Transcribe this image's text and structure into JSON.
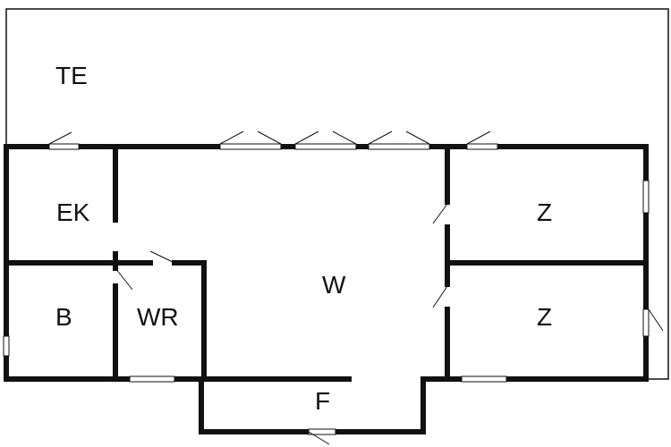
{
  "colors": {
    "wall": "#111111",
    "background": "#ffffff",
    "window": "#ffffff"
  },
  "rooms": [
    {
      "id": "terrace",
      "label": "TE"
    },
    {
      "id": "kitchen",
      "label": "EK"
    },
    {
      "id": "living",
      "label": "W"
    },
    {
      "id": "bedroom-1",
      "label": "Z"
    },
    {
      "id": "bedroom-2",
      "label": "Z"
    },
    {
      "id": "bathroom",
      "label": "B"
    },
    {
      "id": "toilet",
      "label": "WR"
    },
    {
      "id": "hall",
      "label": "F"
    }
  ]
}
